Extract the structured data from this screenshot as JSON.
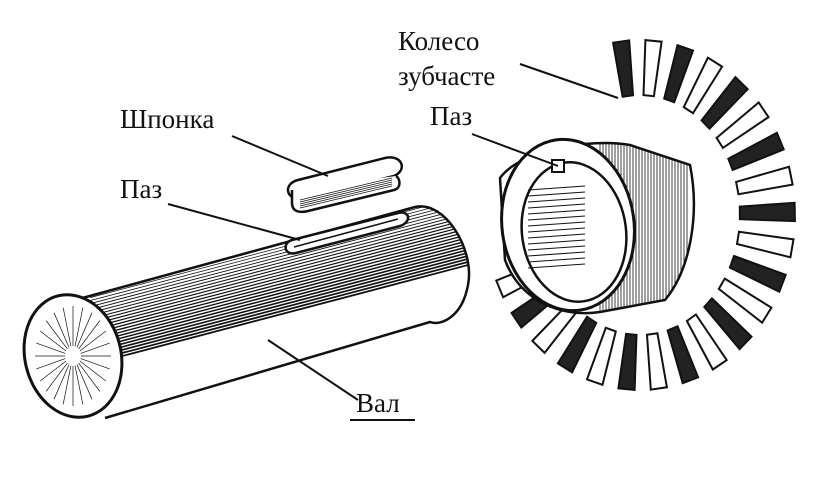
{
  "labels": {
    "key": "Шпонка",
    "shaft_slot": "Паз",
    "gear_line1": "Колесо",
    "gear_line2": "зубчасте",
    "gear_slot": "Паз",
    "shaft": "Вал"
  },
  "colors": {
    "ink": "#111111",
    "paper": "#ffffff"
  }
}
